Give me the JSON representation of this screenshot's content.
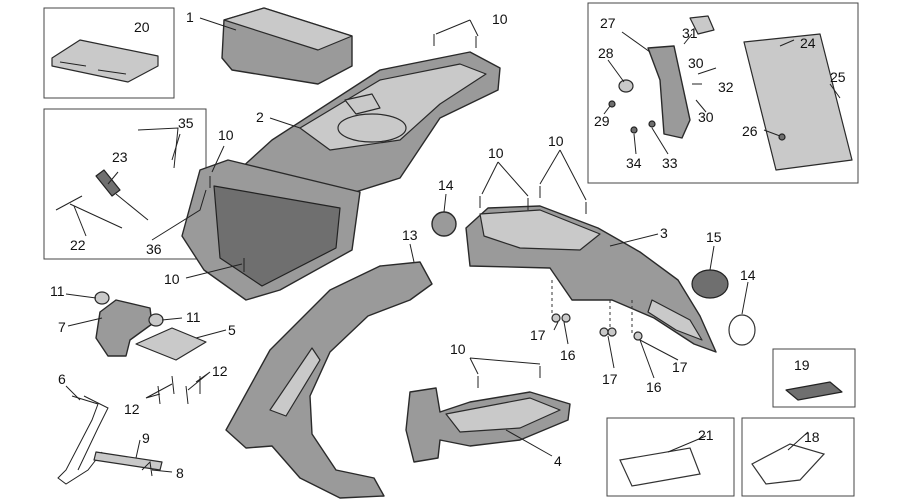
{
  "callouts": [
    {
      "id": "c1",
      "text": "1"
    },
    {
      "id": "c2",
      "text": "2"
    },
    {
      "id": "c3",
      "text": "3"
    },
    {
      "id": "c4",
      "text": "4"
    },
    {
      "id": "c5",
      "text": "5"
    },
    {
      "id": "c6",
      "text": "6"
    },
    {
      "id": "c7",
      "text": "7"
    },
    {
      "id": "c8",
      "text": "8"
    },
    {
      "id": "c9",
      "text": "9"
    },
    {
      "id": "c10a",
      "text": "10"
    },
    {
      "id": "c10b",
      "text": "10"
    },
    {
      "id": "c10c",
      "text": "10"
    },
    {
      "id": "c10d",
      "text": "10"
    },
    {
      "id": "c10e",
      "text": "10"
    },
    {
      "id": "c10f",
      "text": "10"
    },
    {
      "id": "c11a",
      "text": "11"
    },
    {
      "id": "c11b",
      "text": "11"
    },
    {
      "id": "c12a",
      "text": "12"
    },
    {
      "id": "c12b",
      "text": "12"
    },
    {
      "id": "c13",
      "text": "13"
    },
    {
      "id": "c14a",
      "text": "14"
    },
    {
      "id": "c14b",
      "text": "14"
    },
    {
      "id": "c15",
      "text": "15"
    },
    {
      "id": "c16a",
      "text": "16"
    },
    {
      "id": "c16b",
      "text": "16"
    },
    {
      "id": "c17a",
      "text": "17"
    },
    {
      "id": "c17b",
      "text": "17"
    },
    {
      "id": "c17c",
      "text": "17"
    },
    {
      "id": "c18",
      "text": "18"
    },
    {
      "id": "c19",
      "text": "19"
    },
    {
      "id": "c20",
      "text": "20"
    },
    {
      "id": "c21",
      "text": "21"
    },
    {
      "id": "c22",
      "text": "22"
    },
    {
      "id": "c23",
      "text": "23"
    },
    {
      "id": "c24",
      "text": "24"
    },
    {
      "id": "c25",
      "text": "25"
    },
    {
      "id": "c26",
      "text": "26"
    },
    {
      "id": "c27",
      "text": "27"
    },
    {
      "id": "c28",
      "text": "28"
    },
    {
      "id": "c29",
      "text": "29"
    },
    {
      "id": "c30a",
      "text": "30"
    },
    {
      "id": "c30b",
      "text": "30"
    },
    {
      "id": "c31",
      "text": "31"
    },
    {
      "id": "c32",
      "text": "32"
    },
    {
      "id": "c33",
      "text": "33"
    },
    {
      "id": "c34",
      "text": "34"
    },
    {
      "id": "c35",
      "text": "35"
    },
    {
      "id": "c36",
      "text": "36"
    }
  ]
}
